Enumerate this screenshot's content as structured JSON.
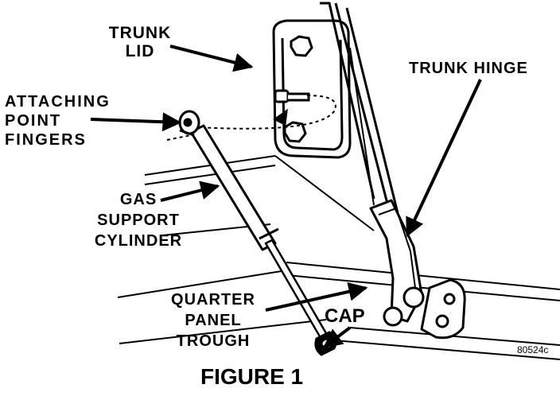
{
  "labels": {
    "trunk_lid": [
      "TRUNK",
      "LID"
    ],
    "attaching": [
      "ATTACHING",
      "POINT",
      "FINGERS"
    ],
    "gas": [
      "GAS",
      "SUPPORT",
      "CYLINDER"
    ],
    "trunk_hinge": "TRUNK HINGE",
    "quarter": [
      "QUARTER",
      "PANEL",
      "TROUGH"
    ],
    "cap": "CAP",
    "code": "80524c"
  },
  "caption": "FIGURE 1"
}
